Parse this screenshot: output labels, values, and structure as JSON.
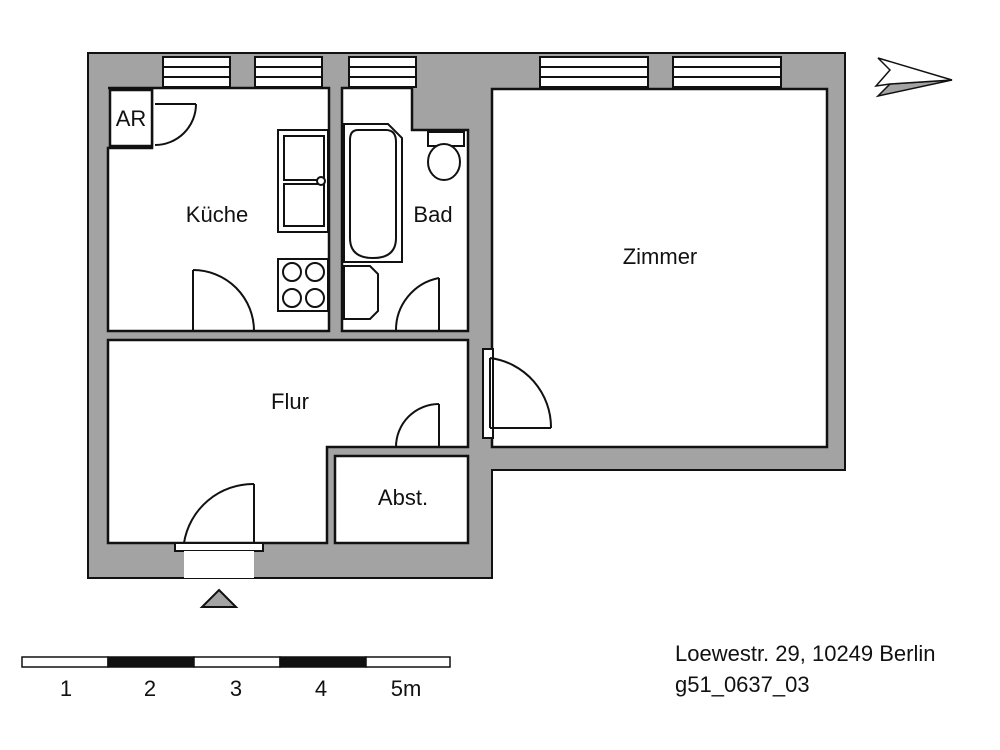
{
  "rooms": {
    "ar": "AR",
    "kueche": "Küche",
    "bad": "Bad",
    "zimmer": "Zimmer",
    "flur": "Flur",
    "abst": "Abst."
  },
  "scale_bar": {
    "ticks": [
      "1",
      "2",
      "3",
      "4",
      "5m"
    ]
  },
  "info": {
    "address": "Loewestr. 29, 10249 Berlin",
    "plan_id": "g51_0637_03"
  },
  "colors": {
    "wall": "#a3a3a3",
    "line": "#111111",
    "background": "#ffffff"
  },
  "icons": [
    "north-arrow-icon",
    "entrance-marker-icon"
  ]
}
